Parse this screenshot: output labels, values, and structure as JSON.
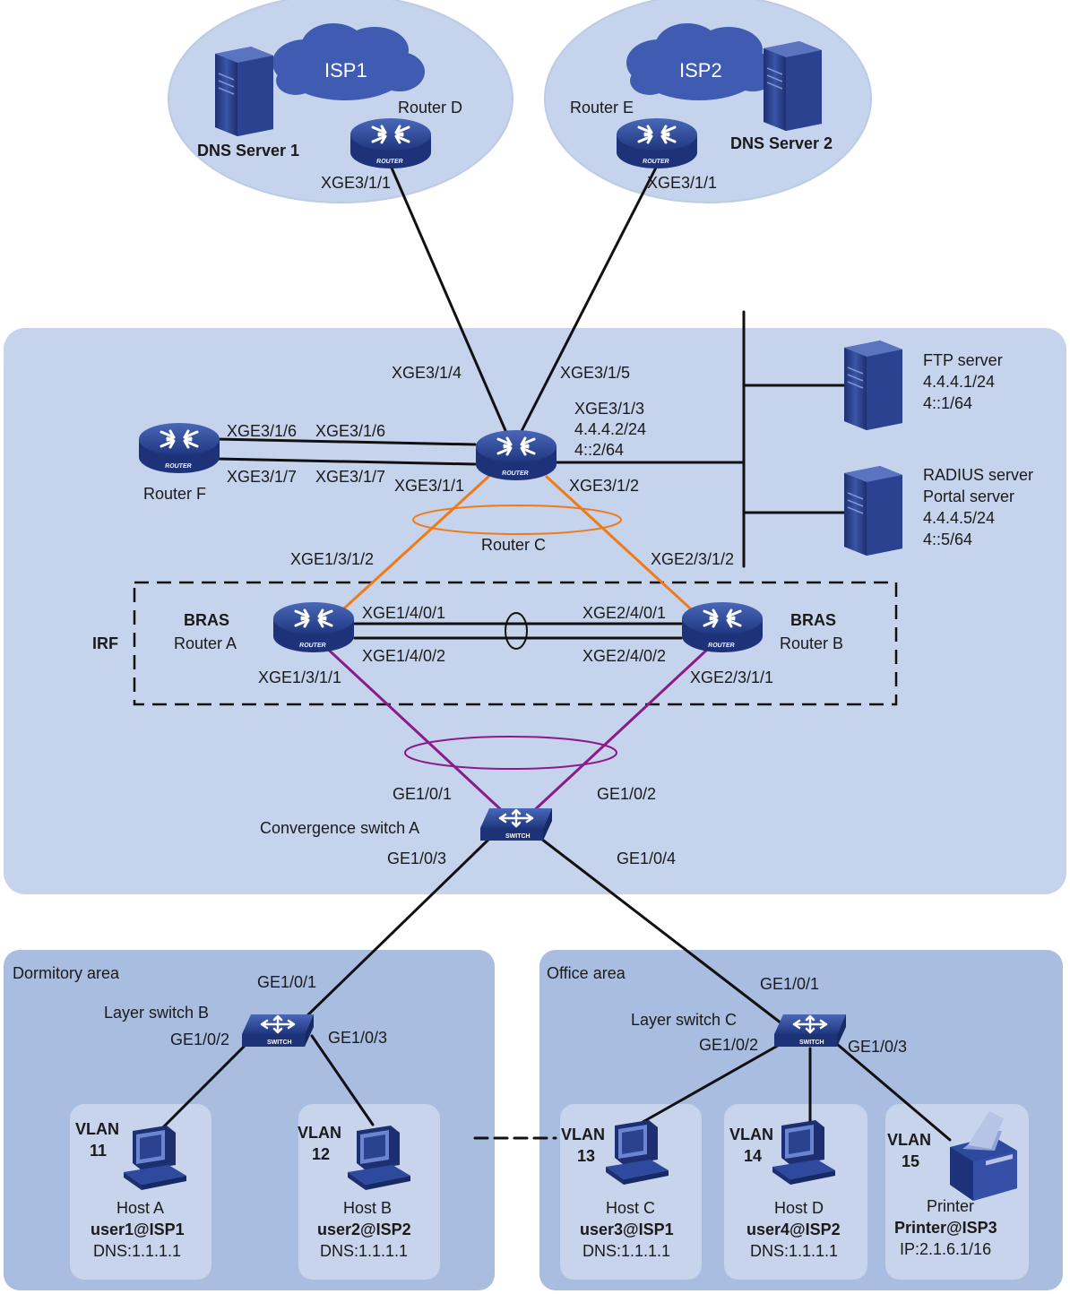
{
  "isp1": {
    "cloud": "ISP1",
    "router": "Router D",
    "router_port": "XGE3/1/1",
    "dns_server": "DNS Server 1"
  },
  "isp2": {
    "cloud": "ISP2",
    "router": "Router E",
    "router_port": "XGE3/1/1",
    "dns_server": "DNS Server 2"
  },
  "router_c": {
    "name": "Router C",
    "ports": {
      "p4": "XGE3/1/4",
      "p5": "XGE3/1/5",
      "p6": "XGE3/1/6",
      "p7": "XGE3/1/7",
      "p1": "XGE3/1/1",
      "p2": "XGE3/1/2",
      "p3": "XGE3/1/3",
      "p3_ipv4": "4.4.4.2/24",
      "p3_ipv6": "4::2/64"
    }
  },
  "router_f": {
    "name": "Router F",
    "p6": "XGE3/1/6",
    "p7": "XGE3/1/7"
  },
  "ftp_server": {
    "name": "FTP server",
    "ipv4": "4.4.4.1/24",
    "ipv6": "4::1/64"
  },
  "radius_server": {
    "name1": "RADIUS server",
    "name2": "Portal server",
    "ipv4": "4.4.4.5/24",
    "ipv6": "4::5/64"
  },
  "irf": {
    "label": "IRF",
    "router_a": {
      "role": "BRAS",
      "name": "Router A",
      "up": "XGE1/3/1/2",
      "l1": "XGE1/4/0/1",
      "l2": "XGE1/4/0/2",
      "down": "XGE1/3/1/1"
    },
    "router_b": {
      "role": "BRAS",
      "name": "Router B",
      "up": "XGE2/3/1/2",
      "l1": "XGE2/4/0/1",
      "l2": "XGE2/4/0/2",
      "down": "XGE2/3/1/1"
    }
  },
  "switch_a": {
    "name": "Convergence switch A",
    "p1": "GE1/0/1",
    "p2": "GE1/0/2",
    "p3": "GE1/0/3",
    "p4": "GE1/0/4"
  },
  "dormitory": {
    "label": "Dormitory area",
    "switch": {
      "name": "Layer switch B",
      "p1": "GE1/0/1",
      "p2": "GE1/0/2",
      "p3": "GE1/0/3"
    },
    "hosts": [
      {
        "vlan1": "VLAN",
        "vlan2": "11",
        "name": "Host A",
        "user": "user1@ISP1",
        "info": "DNS:1.1.1.1"
      },
      {
        "vlan1": "VLAN",
        "vlan2": "12",
        "name": "Host B",
        "user": "user2@ISP2",
        "info": "DNS:1.1.1.1"
      }
    ]
  },
  "office": {
    "label": "Office area",
    "switch": {
      "name": "Layer switch C",
      "p1": "GE1/0/1",
      "p2": "GE1/0/2",
      "p3": "GE1/0/3"
    },
    "hosts": [
      {
        "vlan1": "VLAN",
        "vlan2": "13",
        "name": "Host C",
        "user": "user3@ISP1",
        "info": "DNS:1.1.1.1"
      },
      {
        "vlan1": "VLAN",
        "vlan2": "14",
        "name": "Host D",
        "user": "user4@ISP2",
        "info": "DNS:1.1.1.1"
      },
      {
        "vlan1": "VLAN",
        "vlan2": "15",
        "name": "Printer",
        "user": "Printer@ISP3",
        "info": "IP:2.1.6.1/16"
      }
    ]
  },
  "device_text": {
    "router": "ROUTER",
    "switch": "SWITCH"
  },
  "colors": {
    "bg_area": "#c5d3ec",
    "lower_area": "#a9bde0",
    "inner_box": "#c7d4ec",
    "device": "#2e4a9e",
    "orange": "#f07b16",
    "purple": "#8b1a8b"
  }
}
